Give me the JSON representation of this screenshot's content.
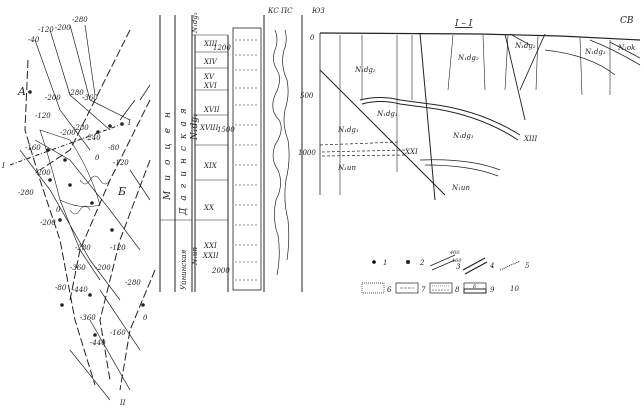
{
  "map": {
    "point_labels": [
      "A",
      "I",
      "I",
      "Б",
      "II"
    ],
    "contours": [
      "-40",
      "-120",
      "-200",
      "-280",
      "-200",
      "-280",
      "-360",
      "-120",
      "-200",
      "-280",
      "-160",
      "-240",
      "-200",
      "-280",
      "0",
      "-80",
      "-120",
      "-200",
      "-120",
      "0",
      "-200",
      "-280",
      "-360",
      "-440",
      "-360",
      "-440",
      "-280",
      "0",
      "-160",
      "-80"
    ]
  },
  "column": {
    "system": "Миоцен",
    "suite_upper": "Дагинская",
    "suite_lower": "Уйнинская",
    "index_top": "N₁dg₂",
    "index_mid": "N₁dg₁",
    "index_low": "N₁un",
    "horizons": [
      "XIII",
      "XIV",
      "XV",
      "XVI",
      "XVII",
      "XVIII",
      "XIX",
      "XX",
      "XXI",
      "XXII"
    ],
    "depths": [
      "1200",
      "1500",
      "2000"
    ],
    "log_header": "КС ПС"
  },
  "section": {
    "title": "I – I",
    "left_dir": "ЮЗ",
    "right_dir": "СВ",
    "depth_ticks": [
      "0",
      "500",
      "1000"
    ],
    "units": [
      "N₁dg₂",
      "N₁dg₂",
      "N₁dg₂",
      "N₁dg₃",
      "N₁ok",
      "N₁dg₁",
      "N₁dg₁",
      "N₁dg₁",
      "N₁un",
      "N₁un"
    ],
    "horizons": [
      "XIII",
      "XXI"
    ]
  },
  "legend": {
    "numbers": [
      "1",
      "2",
      "3",
      "4",
      "5",
      "6",
      "7",
      "8",
      "9",
      "10"
    ],
    "sub_values": [
      "400",
      "160"
    ],
    "box9_label": "б"
  }
}
